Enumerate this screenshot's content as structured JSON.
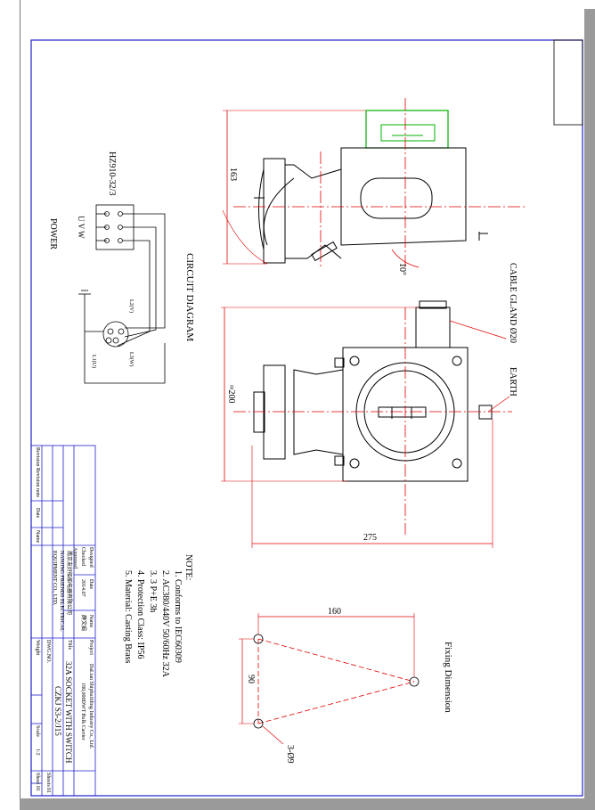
{
  "dimensions": {
    "height_163": "163",
    "angle_10": "10°",
    "height_200": "≈200",
    "width_275": "275",
    "fix_160": "160",
    "fix_90": "90",
    "fix_holes": "3-Ø9"
  },
  "labels": {
    "cable_gland": "CABLE GLAND Ø20",
    "earth": "EARTH",
    "circuit_diagram": "CIRCUIT DIAGRAM",
    "switch_model": "HZ910-32/3",
    "power": "POWER",
    "uvw": "U  V  W",
    "fixing_dimension": "Fixing Dimension",
    "pin_l1": "L1(U)",
    "pin_l2": "L2(V)",
    "pin_l3": "L3(W)"
  },
  "notes": {
    "heading": "NOTE:",
    "items": [
      "1. Conforms to IEC60309",
      "2. AC380/440V 50/60Hz 32A",
      "3. 3 P+E  3h",
      "4. Protection Class: IP56",
      "5. Material: Casting  Brass"
    ]
  },
  "title_block": {
    "project_label": "Project",
    "project_value": "DaLian  ShipbuiIding Industry Co., Ltd.",
    "project_sub": "180,000DWT Bulk Carrier",
    "title_label": "Title",
    "title_value": "32A SOCKET WITH SWITCH",
    "model": "CZKJ S3-2/J15",
    "dwg_label": "DWG.NO.",
    "date_label": "Date",
    "date_value": "2014.07",
    "name_label": "Name",
    "name_value": "薛文娟",
    "designed_label": "Designed",
    "checked_label": "Checked",
    "approved_label": "Approved",
    "company_cn": "南京友好船舶电器有限公司",
    "company_en_1": "NANJING FRIENDS ELECTRICAL",
    "company_en_2": "EQUIPMENT CO., LTD.",
    "weight_label": "Weight",
    "scale_label": "Scale",
    "scale_value": "1:2",
    "sheet_label": "Sheet",
    "sheet_value": "01",
    "sheets_label": "Sheets",
    "sheets_value": "01",
    "revision_label": "Revision",
    "revision_note_label": "Revision note",
    "rev_date_label": "Date",
    "rev_name_label": "Name"
  }
}
